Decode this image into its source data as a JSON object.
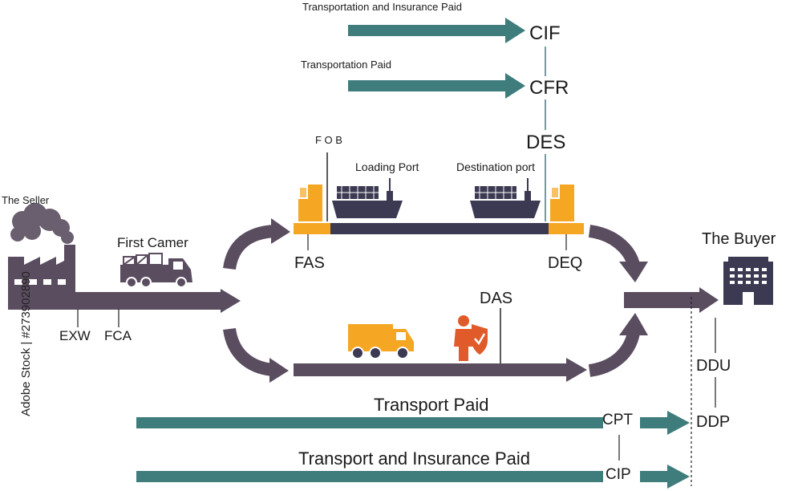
{
  "colors": {
    "teal": "#3f7c7c",
    "purple": "#5b4d60",
    "orange": "#f5a623",
    "dark_navy": "#3b3a52",
    "ink": "#1a1a1a"
  },
  "icons": [
    "factory-icon",
    "first-carrier-truck-icon",
    "delivery-truck-icon",
    "protected-person-icon",
    "buyer-building-icon",
    "ship-icon",
    "crane-icon"
  ],
  "top_terms": {
    "cif_caption": "Transportation and Insurance Paid",
    "cif": "CIF",
    "cfr_caption": "Transportation Paid",
    "cfr": "CFR",
    "des": "DES"
  },
  "seller": {
    "label": "The Seller",
    "exw": "EXW",
    "fca": "FCA",
    "first_carrier": "First Camer"
  },
  "sea_route": {
    "fob": "F O B",
    "loading_port": "Loading Port",
    "destination_port": "Destination port",
    "fas": "FAS",
    "deq": "DEQ"
  },
  "land_route": {
    "das": "DAS"
  },
  "buyer": {
    "label": "The Buyer",
    "ddu": "DDU",
    "ddp": "DDP"
  },
  "bottom_terms": {
    "transport_paid": "Transport Paid",
    "cpt": "CPT",
    "transport_insurance_paid": "Transport and Insurance Paid",
    "cip": "CIP"
  },
  "watermark_side": "Adobe Stock | #273902890"
}
